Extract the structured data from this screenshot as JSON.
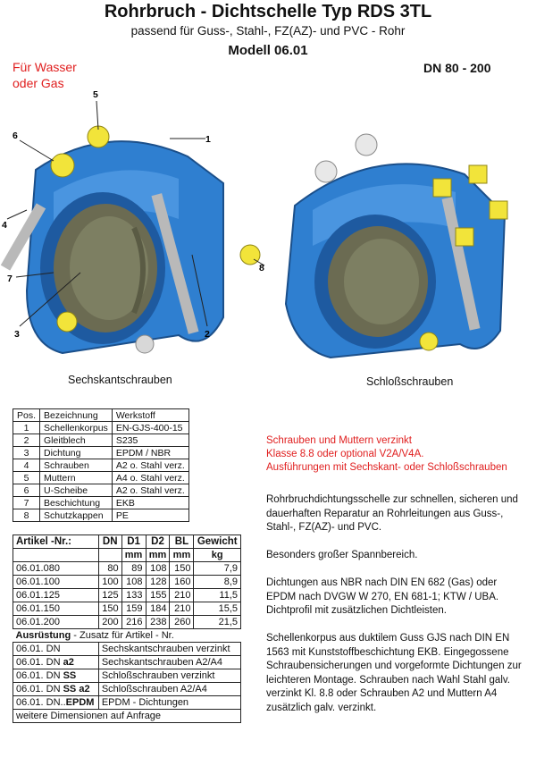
{
  "header": {
    "title": "Rohrbruch - Dichtschelle Typ RDS 3TL",
    "subtitle": "passend für Guss-, Stahl-, FZ(AZ)- und PVC - Rohr",
    "model": "Modell 06.01",
    "medium_line1": "Für  Wasser",
    "medium_line2": "oder Gas",
    "dn_range": "DN 80 - 200"
  },
  "images": {
    "left_caption": "Sechskantschrauben",
    "right_caption": "Schloßschrauben",
    "callouts": [
      "1",
      "2",
      "3",
      "4",
      "5",
      "6",
      "7",
      "8"
    ]
  },
  "colors": {
    "product_blue": "#2f7fd0",
    "bolt_yellow": "#f2e43a",
    "accent_red": "#e01e1e"
  },
  "parts_table": {
    "headers": [
      "Pos.",
      "Bezeichnung",
      "Werkstoff"
    ],
    "rows": [
      [
        "1",
        "Schellenkorpus",
        "EN-GJS-400-15"
      ],
      [
        "2",
        "Gleitblech",
        "S235"
      ],
      [
        "3",
        "Dichtung",
        "EPDM / NBR"
      ],
      [
        "4",
        "Schrauben",
        "A2 o. Stahl verz."
      ],
      [
        "5",
        "Muttern",
        "A4 o. Stahl verz."
      ],
      [
        "6",
        "U-Scheibe",
        "A2 o. Stahl verz."
      ],
      [
        "7",
        "Beschichtung",
        "EKB"
      ],
      [
        "8",
        "Schutzkappen",
        "PE"
      ]
    ]
  },
  "article_table": {
    "headers": [
      "Artikel -Nr.:",
      "DN",
      "D1",
      "D2",
      "BL",
      "Gewicht"
    ],
    "units": [
      "",
      "",
      "mm",
      "mm",
      "mm",
      "kg"
    ],
    "rows": [
      [
        "06.01.080",
        "80",
        "89",
        "108",
        "150",
        "7,9"
      ],
      [
        "06.01.100",
        "100",
        "108",
        "128",
        "160",
        "8,9"
      ],
      [
        "06.01.125",
        "125",
        "133",
        "155",
        "210",
        "11,5"
      ],
      [
        "06.01.150",
        "150",
        "159",
        "184",
        "210",
        "15,5"
      ],
      [
        "06.01.200",
        "200",
        "216",
        "238",
        "260",
        "21,5"
      ]
    ],
    "equipment_title": "Ausrüstung",
    "equipment_suffix": " - Zusatz für Artikel - Nr.",
    "equipment": [
      {
        "code": "06.01. DN",
        "suffix": "",
        "desc": "Sechskantschrauben verzinkt"
      },
      {
        "code": "06.01. DN ",
        "suffix": "a2",
        "desc": "Sechskantschrauben A2/A4"
      },
      {
        "code": "06.01. DN ",
        "suffix": "SS",
        "desc": "Schloßschrauben verzinkt"
      },
      {
        "code": "06.01. DN ",
        "suffix": "SS a2",
        "desc": "Schloßschrauben A2/A4"
      },
      {
        "code": "06.01. DN..",
        "suffix": "EPDM",
        "desc": "EPDM - Dichtungen"
      }
    ],
    "footer": "weitere Dimensionen auf Anfrage"
  },
  "notes": {
    "line1": "Schrauben und Muttern verzinkt",
    "line2": "Klasse 8.8 oder optional V2A/V4A.",
    "line3": "Ausführungen mit Sechskant- oder Schloßschrauben"
  },
  "description": {
    "p1": "Rohrbruchdichtungsschelle zur schnellen, sicheren und dauerhaften Reparatur an Rohrleitungen aus Guss-, Stahl-, FZ(AZ)- und PVC.",
    "p2": "Besonders großer Spannbereich.",
    "p3": "Dichtungen aus NBR nach DIN EN 682 (Gas) oder EPDM nach DVGW W 270, EN 681-1; KTW / UBA. Dichtprofil mit zusätzlichen Dichtleisten.",
    "p4": "Schellenkorpus aus duktilem Guss GJS nach DIN EN 1563 mit Kunststoffbeschichtung EKB. Eingegossene Schraubensicherungen und vorgeformte Dichtungen zur leichteren Montage. Schrauben nach Wahl Stahl galv. verzinkt Kl. 8.8 oder Schrauben A2 und Muttern A4 zusätzlich galv. verzinkt."
  }
}
